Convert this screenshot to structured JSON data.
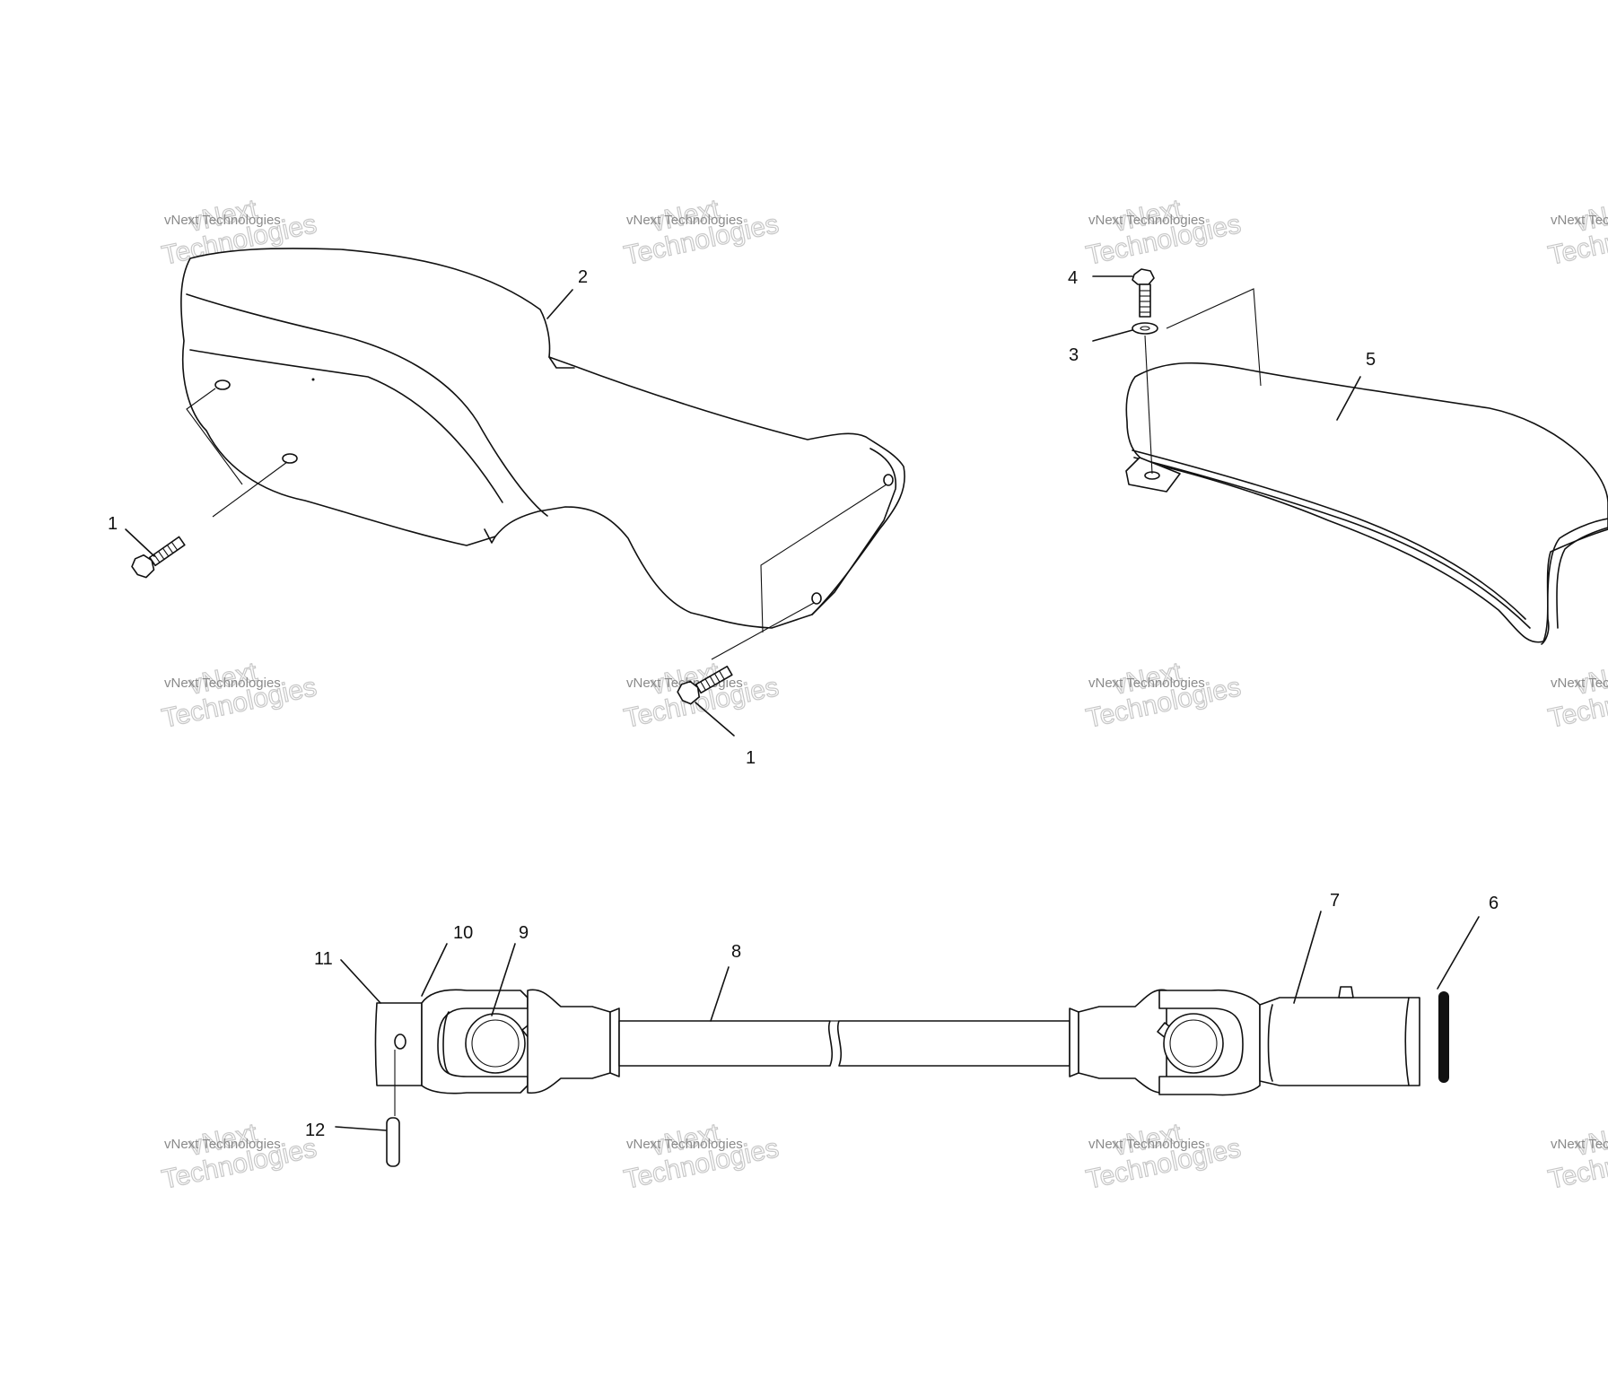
{
  "watermark": {
    "line1": "vNext Technologies",
    "line2": "vNext",
    "line3": "Technologies"
  },
  "callouts": {
    "c1a": "1",
    "c1b": "1",
    "c2": "2",
    "c3": "3",
    "c4": "4",
    "c5": "5",
    "c6": "6",
    "c7": "7",
    "c8": "8",
    "c9": "9",
    "c10": "10",
    "c11": "11",
    "c12": "12"
  },
  "colors": {
    "ink": "#111111",
    "watermark": "#8a8a8a",
    "background": "#ffffff"
  }
}
